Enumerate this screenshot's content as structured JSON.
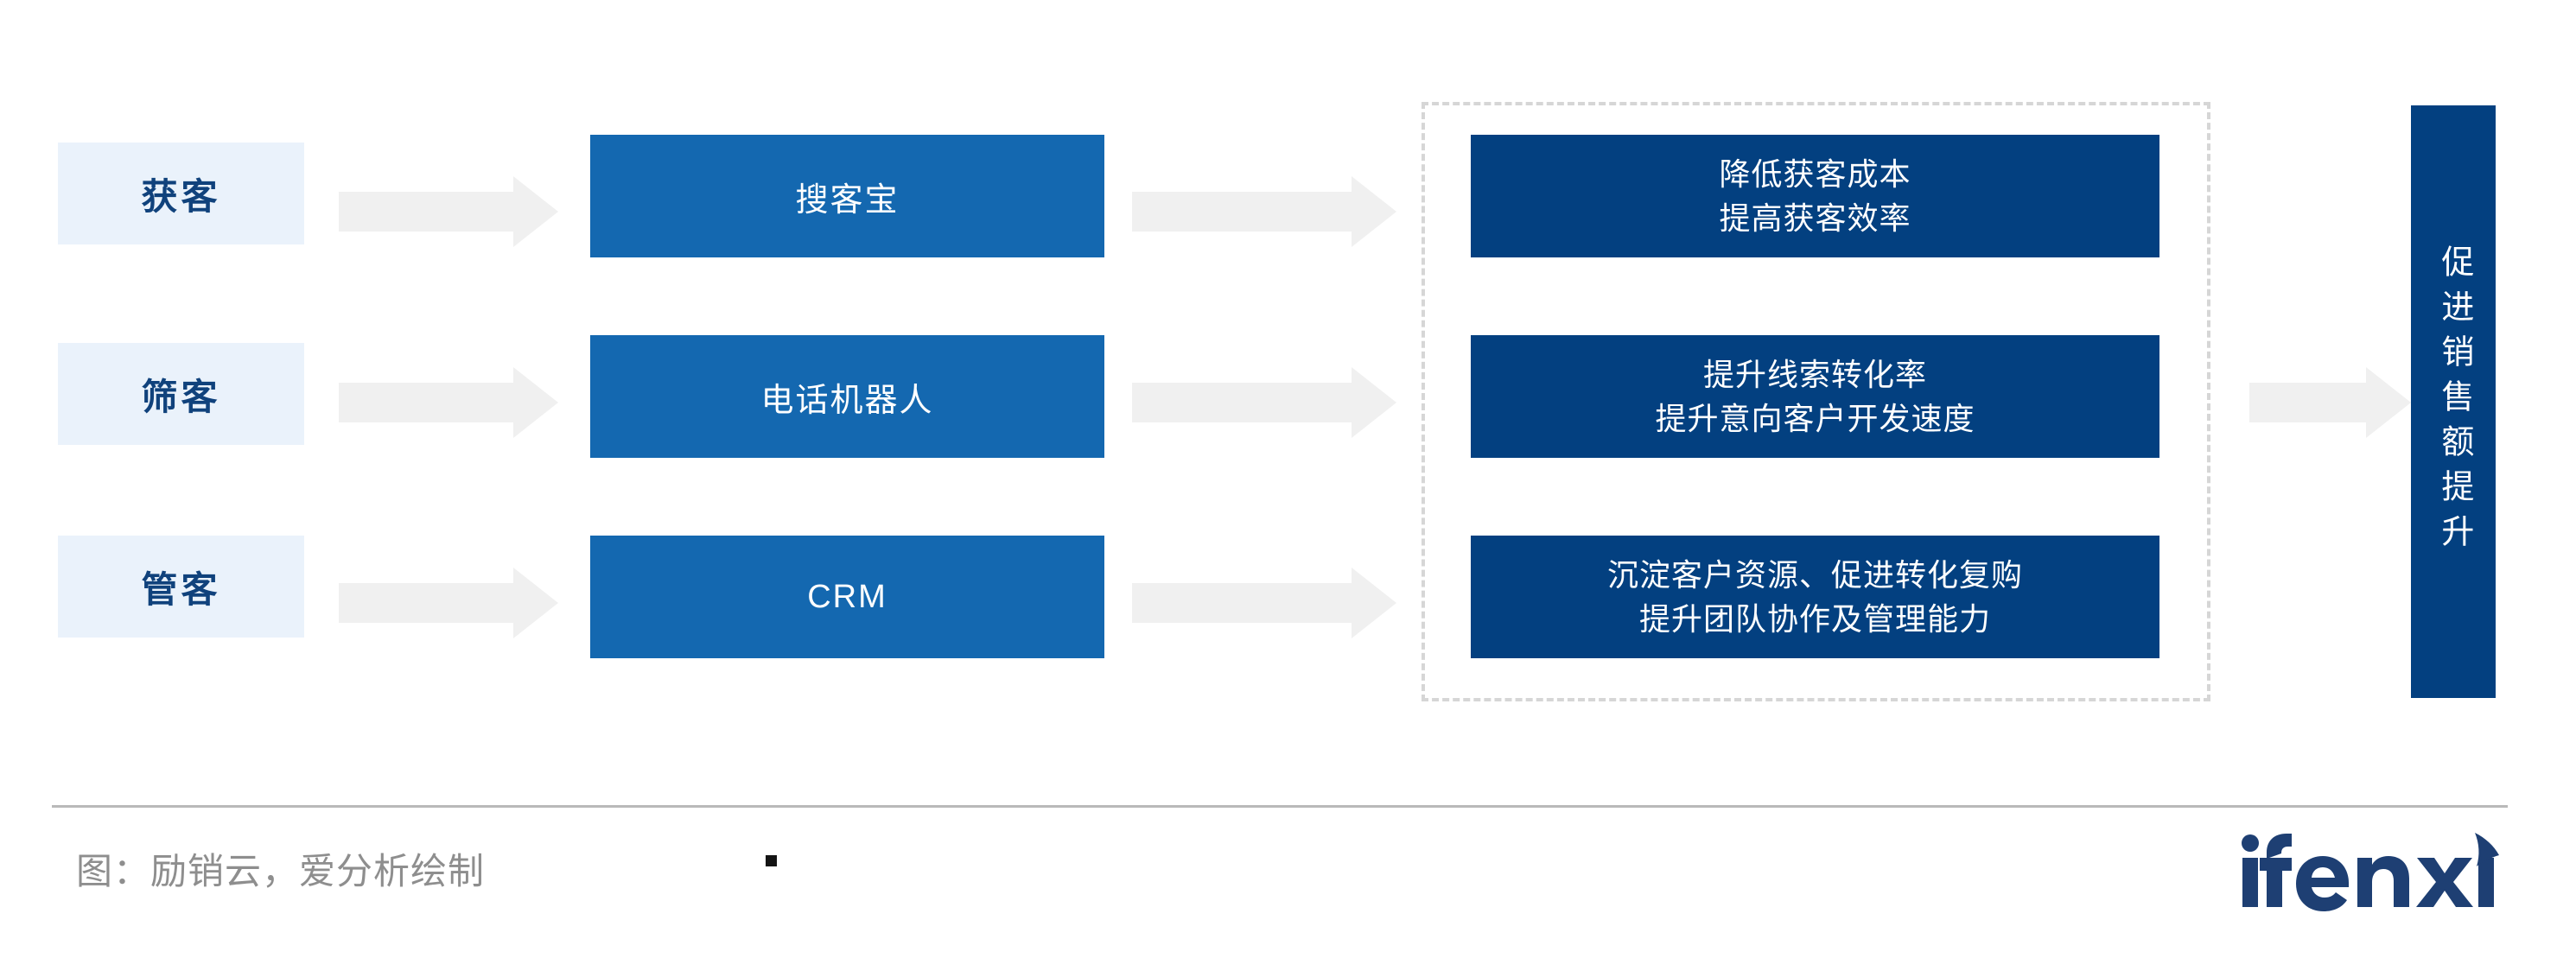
{
  "diagram": {
    "type": "process-flow",
    "rows": [
      {
        "stage_label": "获客",
        "product": "搜客宝",
        "outcome_lines": [
          "降低获客成本",
          "提高获客效率"
        ]
      },
      {
        "stage_label": "筛客",
        "product": "电话机器人",
        "outcome_lines": [
          "提升线索转化率",
          "提升意向客户开发速度"
        ]
      },
      {
        "stage_label": "管客",
        "product": "CRM",
        "outcome_lines": [
          "沉淀客户资源、促进转化复购",
          "提升团队协作及管理能力"
        ]
      }
    ],
    "summary": {
      "label": "促进销售额提升",
      "vertical_chars": [
        "促",
        "进",
        "销",
        "售",
        "额",
        "提",
        "升"
      ]
    },
    "colors": {
      "stage_fill": "#eaf2fb",
      "stage_text": "#10427c",
      "product_fill": "#1468b0",
      "outcome_fill": "#034080",
      "summary_fill": "#034080",
      "arrow_fill": "#f0f0f0",
      "dashed_border": "#d6d6d6",
      "divider": "#b9b9b9",
      "caption_text": "#8e8e8e",
      "logo": "#1e3f73"
    }
  },
  "footer": {
    "caption": "图：励销云，爱分析绘制",
    "logo_text": "ifenxi"
  }
}
